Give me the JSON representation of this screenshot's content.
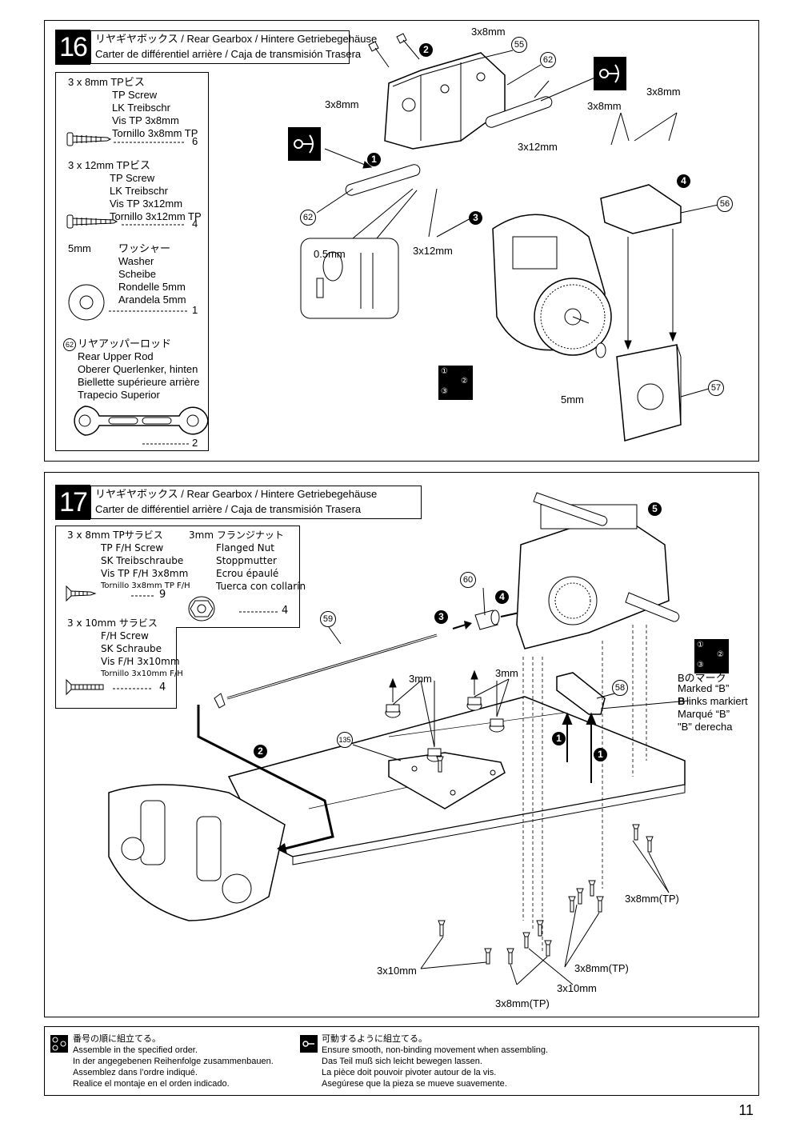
{
  "step16": {
    "number": "16",
    "title_line1": "リヤギヤボックス / Rear Gearbox / Hintere Getriebegehäuse",
    "title_line2": "Carter de différentiel arrière / Caja de transmisión Trasera",
    "parts": {
      "screw8": {
        "name_jp": "3 x 8mm  TPビス",
        "lines": [
          "TP Screw",
          "LK Treibschr",
          "Vis TP 3x8mm",
          "Tornillo 3x8mm TP"
        ],
        "qty": "6"
      },
      "screw12": {
        "name_jp": "3 x 12mm  TPビス",
        "lines": [
          "TP Screw",
          "LK Treibschr",
          "Vis TP 3x12mm",
          "Tornillo 3x12mm TP"
        ],
        "qty": "4"
      },
      "washer": {
        "size": "5mm",
        "lines": [
          "ワッシャー",
          "Washer",
          "Scheibe",
          "Rondelle 5mm",
          "Arandela 5mm"
        ],
        "qty": "1"
      },
      "rod": {
        "num": "62",
        "lines": [
          "リヤアッパーロッド",
          "Rear Upper Rod",
          "Oberer Querlenker, hinten",
          "Biellette supérieure arrière",
          "Trapecio Superior"
        ],
        "qty": "2"
      }
    },
    "labels": {
      "screw_3x8_top": "3x8mm",
      "screw_3x8_left": "3x8mm",
      "screw_3x8_right_a": "3x8mm",
      "screw_3x8_right_b": "3x8mm",
      "screw_3x12_mid": "3x12mm",
      "screw_3x12_low": "3x12mm",
      "gap": "0.5mm",
      "washer": "5mm"
    },
    "callouts": [
      "55",
      "62",
      "62",
      "56",
      "57"
    ],
    "seq": [
      "1",
      "2",
      "3",
      "4"
    ],
    "order_icon": [
      "①",
      "②",
      "③"
    ]
  },
  "step17": {
    "number": "17",
    "title_line1": "リヤギヤボックス / Rear Gearbox / Hintere Getriebegehäuse",
    "title_line2": "Carter de différentiel arrière / Caja de transmisión Trasera",
    "parts": {
      "screwfh8": {
        "name_jp": "3 x 8mm  TPサラビス",
        "lines": [
          "TP F/H Screw",
          "SK Treibschraube",
          "Vis TP F/H 3x8mm",
          "Tornillo 3x8mm TP F/H"
        ],
        "qty": "9"
      },
      "nut": {
        "name_jp": "3mm  フランジナット",
        "lines": [
          "Flanged Nut",
          "Stoppmutter",
          "Ecrou épaulé",
          "Tuerca con collarín"
        ],
        "qty": "4"
      },
      "screwfh10": {
        "name_jp": "3 x 10mm  サラビス",
        "lines": [
          "F/H Screw",
          "SK Schraube",
          "Vis F/H 3x10mm",
          "Tornillo 3x10mm F/H"
        ],
        "qty": "4"
      }
    },
    "labels": {
      "nut_a": "3mm",
      "nut_b": "3mm",
      "screws_left": "3x10mm",
      "screws_mid": "3x10mm",
      "screws_tp_a": "3x8mm(TP)",
      "screws_tp_b": "3x8mm(TP)",
      "screws_tp_c": "3x8mm(TP)",
      "mark_lines": [
        "Bのマーク",
        "Marked “B”",
        "links markiert",
        "Marqué “B”",
        "\"B\" derecha"
      ],
      "mark_bold": "B"
    },
    "callouts": [
      "60",
      "59",
      "135",
      "58"
    ],
    "seq": [
      "1",
      "1",
      "2",
      "3",
      "4",
      "5"
    ],
    "order_icon": [
      "①",
      "②",
      "③"
    ]
  },
  "footer": {
    "left": [
      "番号の順に組立てる。",
      "Assemble in the specified order.",
      "In der angegebenen Reihenfolge zusammenbauen.",
      "Assemblez dans l’ordre indiqué.",
      "Realice el montaje en el orden indicado."
    ],
    "right": [
      "可動するように組立てる。",
      "Ensure smooth, non-binding movement when assembling.",
      "Das Teil muß sich leicht bewegen lassen.",
      "La pièce doit pouvoir pivoter autour de la vis.",
      "Asegúrese que la pieza se mueve suavemente."
    ]
  },
  "page_number": "11"
}
